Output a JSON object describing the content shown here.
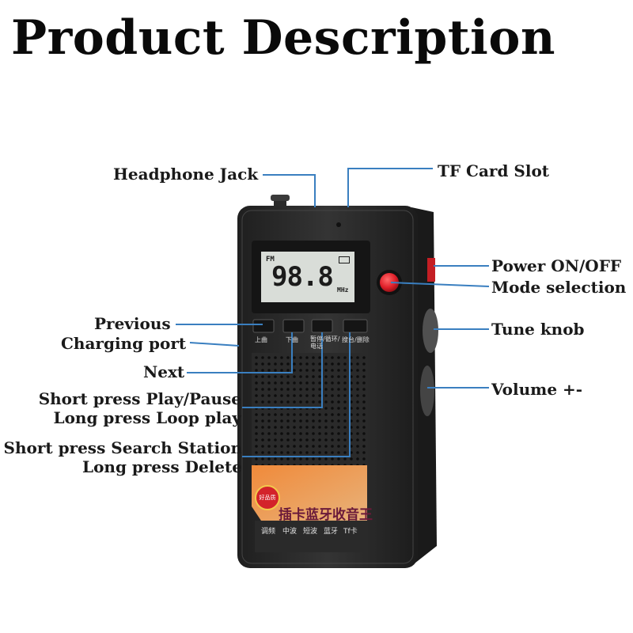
{
  "title": "Product Description",
  "labels": {
    "headphone_jack": "Headphone Jack",
    "tf_card_slot": "TF Card Slot",
    "power": "Power ON/OFF",
    "mode": "Mode selection",
    "tune": "Tune knob",
    "volume": "Volume +-",
    "previous": "Previous",
    "charging": "Charging port",
    "next": "Next",
    "play_short": "Short press Play/Pause",
    "play_long": "Long press Loop play",
    "search_short": "Short press Search Station",
    "search_long": "Long press Delete"
  },
  "device": {
    "lcd_mode": "FM",
    "lcd_frequency": "98.8",
    "lcd_unit": "MHz",
    "buttons": [
      "上曲",
      "下曲",
      "暂停/循环/电话",
      "搜台/删除"
    ],
    "badge": "好品质",
    "brand": "插卡蓝牙收音王",
    "bands": [
      "调频",
      "中波",
      "短波",
      "蓝牙",
      "Tf卡"
    ]
  },
  "colors": {
    "callout_line": "#3a7fc0",
    "device_body": "#2b2b2b",
    "power_button": "#e0202a",
    "lcd_bg": "#d9ddd8"
  }
}
